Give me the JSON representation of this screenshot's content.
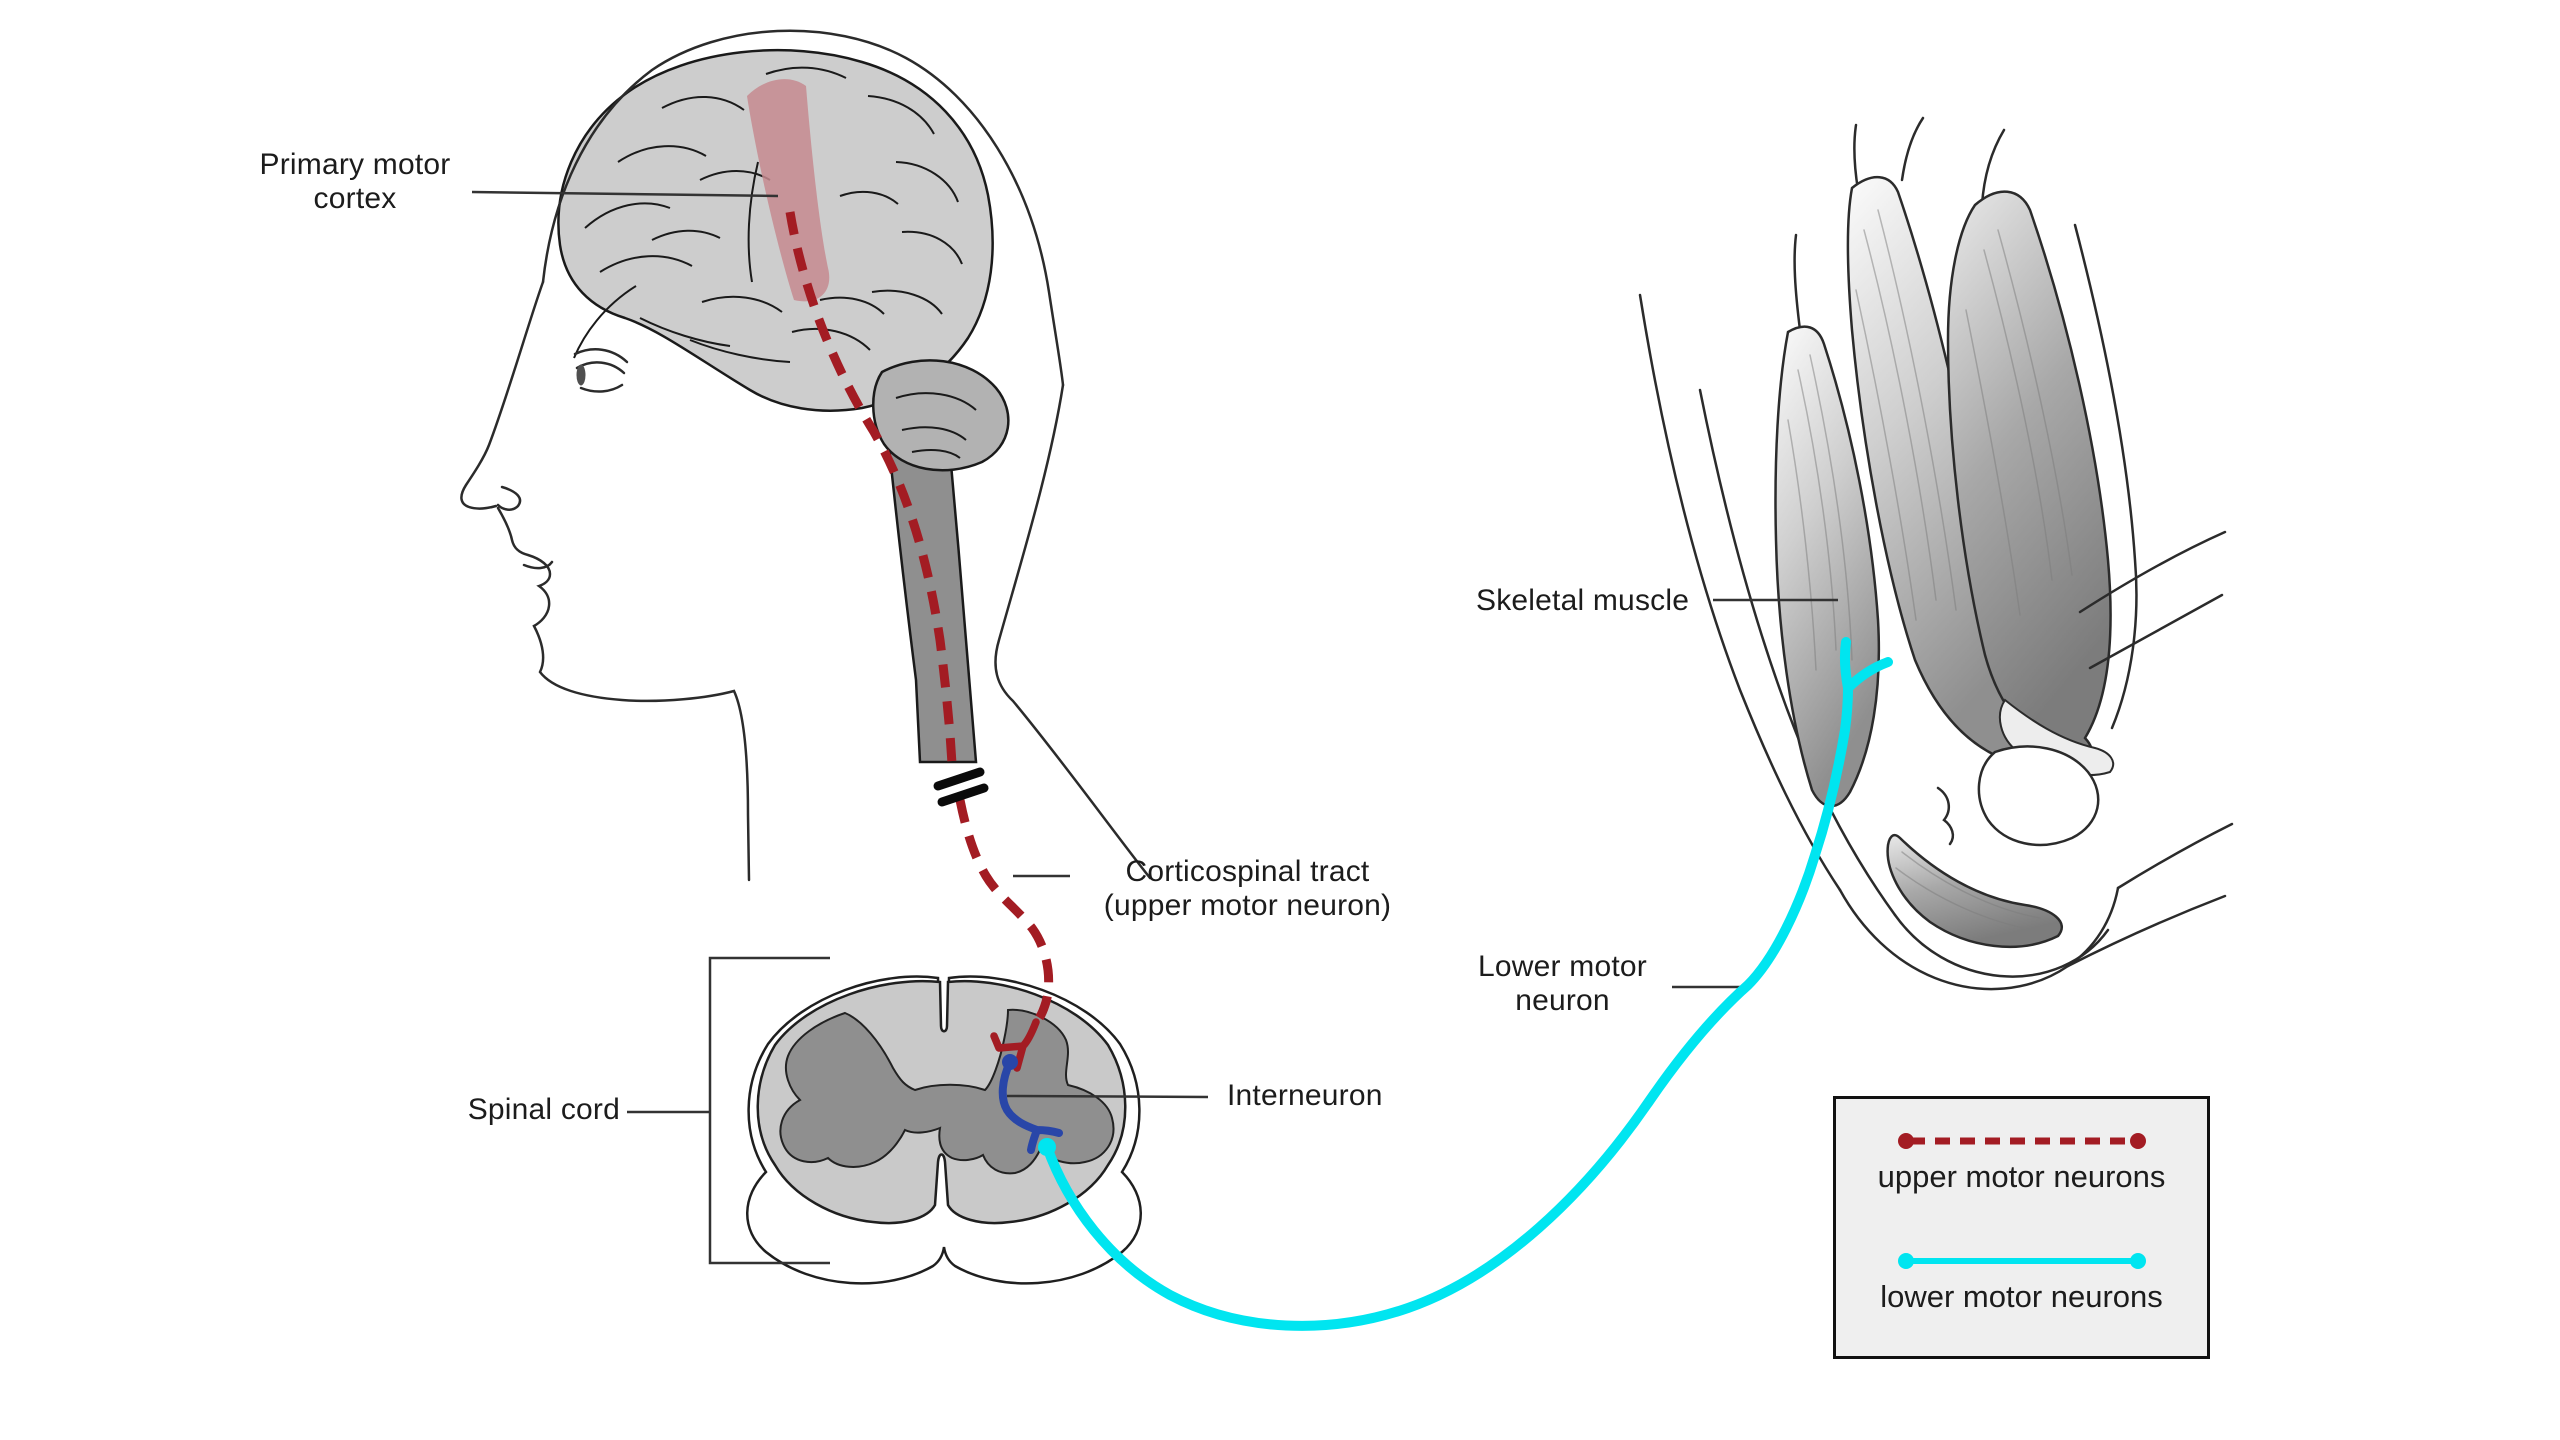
{
  "diagram": {
    "labels": {
      "primary_motor_cortex": "Primary motor\ncortex",
      "corticospinal_tract": "Corticospinal tract\n(upper motor neuron)",
      "spinal_cord": "Spinal cord",
      "interneuron": "Interneuron",
      "skeletal_muscle": "Skeletal muscle",
      "lower_motor_neuron": "Lower motor\nneuron"
    },
    "legend": {
      "upper_label": "upper motor neurons",
      "lower_label": "lower motor neurons"
    },
    "colors": {
      "upper_motor_neuron": "#A31C23",
      "lower_motor_neuron": "#00E5F0",
      "interneuron": "#2946A8",
      "cortex_highlight": "#C5898F"
    }
  }
}
